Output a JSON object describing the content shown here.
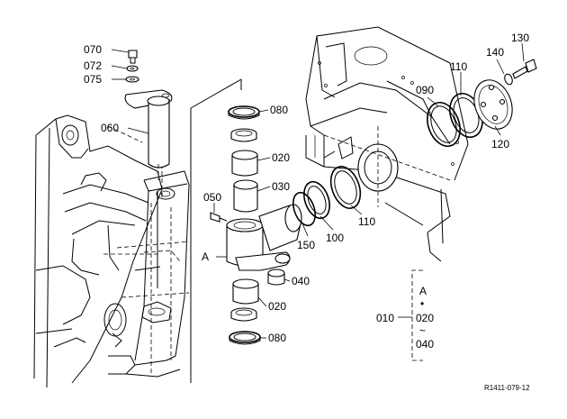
{
  "diagram": {
    "callouts": [
      {
        "id": "p070",
        "text": "070"
      },
      {
        "id": "p072",
        "text": "072"
      },
      {
        "id": "p075",
        "text": "075"
      },
      {
        "id": "p060",
        "text": "060"
      },
      {
        "id": "p080a",
        "text": "080"
      },
      {
        "id": "p020a",
        "text": "020"
      },
      {
        "id": "p030",
        "text": "030"
      },
      {
        "id": "p050",
        "text": "050"
      },
      {
        "id": "pA",
        "text": "A"
      },
      {
        "id": "p040",
        "text": "040"
      },
      {
        "id": "p020b",
        "text": "020"
      },
      {
        "id": "p080b",
        "text": "080"
      },
      {
        "id": "p150",
        "text": "150"
      },
      {
        "id": "p100",
        "text": "100"
      },
      {
        "id": "p110a",
        "text": "110"
      },
      {
        "id": "p090",
        "text": "090"
      },
      {
        "id": "p110b",
        "text": "110"
      },
      {
        "id": "p140",
        "text": "140"
      },
      {
        "id": "p130",
        "text": "130"
      },
      {
        "id": "p120",
        "text": "120"
      }
    ],
    "legend": {
      "assembly": "010",
      "marker": "A",
      "dot": "•",
      "from": "020",
      "tilde": "~",
      "to": "040"
    },
    "reference_code": "R1411-079-12"
  }
}
